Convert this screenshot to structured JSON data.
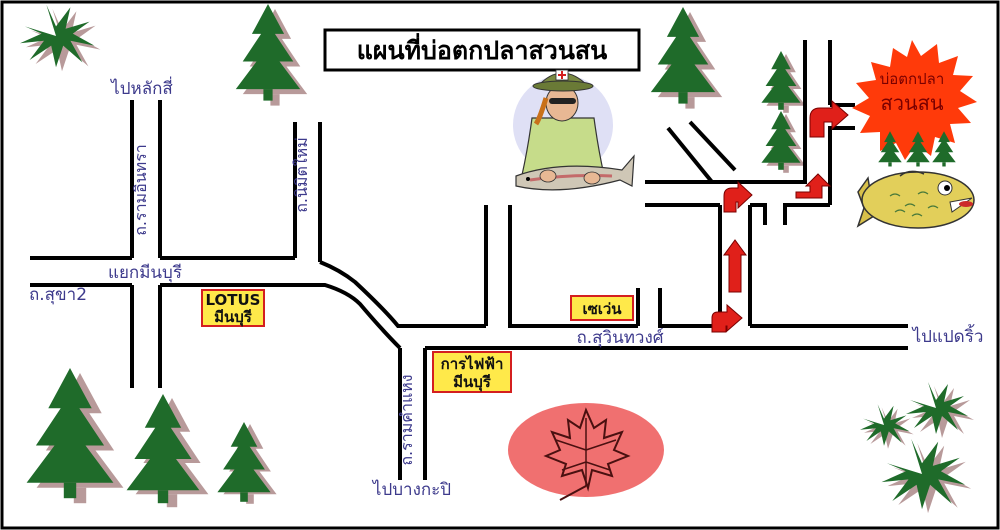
{
  "map": {
    "title": "แผนที่บ่อตกปลาสวนสน",
    "destination": {
      "line1": "บ่อตกปลา",
      "line2": "สวนสน"
    },
    "roads": {
      "to_lak_si": "ไปหลักสี่",
      "ram_intra": "ถ.รามอินทรา",
      "nimit_mai": "ถ.นิมิตใหม่",
      "min_buri_junction": "แยกมีนบุรี",
      "sukha_2": "ถ.สุขา2",
      "suwinthawong": "ถ.สุวินทวงศ์",
      "to_paet_rio": "ไปแปดริ้ว",
      "ram_khamhaeng": "ถ.รามคำแหง",
      "to_bang_kapi": "ไปบางกะปิ"
    },
    "landmarks": {
      "lotus": {
        "line1": "LOTUS",
        "line2": "มีนบุรี"
      },
      "seven_eleven": "เซเว่น",
      "electricity": {
        "line1": "การไฟฟ้า",
        "line2": "มีนบุรี"
      }
    },
    "colors": {
      "road": "#000000",
      "label": "#3d3a8c",
      "box_fill": "#ffe94a",
      "box_border": "#d41f1f",
      "arrow": "#e0201a",
      "destination_burst": "#ff3a0a",
      "tree": "#1f6b2a",
      "tree_shadow": "#b89a9a"
    }
  }
}
